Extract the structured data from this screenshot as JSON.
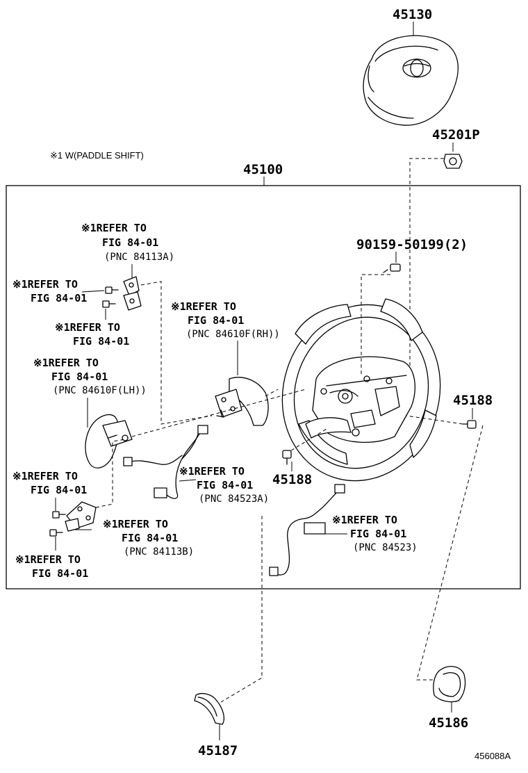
{
  "note": "※1 W(PADDLE SHIFT)",
  "diagram_code": "456088A",
  "parts": {
    "airbag": "45130",
    "airbag_bolt": "45201P",
    "wheel_assy": "45100",
    "screw": "90159-50199(2)",
    "screw_right": "45188",
    "screw_center": "45188",
    "cover_lower_left": "45187",
    "cover_lower_right": "45186"
  },
  "refs": {
    "r1": {
      "line1": "※1REFER TO",
      "line2": "FIG 84-01",
      "line3": "(PNC 84113A)"
    },
    "r2": {
      "line1": "※1REFER TO",
      "line2": "FIG 84-01"
    },
    "r3": {
      "line1": "※1REFER TO",
      "line2": "FIG 84-01"
    },
    "r4": {
      "line1": "※1REFER TO",
      "line2": "FIG 84-01",
      "line3": "(PNC 84610F(RH))"
    },
    "r5": {
      "line1": "※1REFER TO",
      "line2": "FIG 84-01",
      "line3": "(PNC 84610F(LH))"
    },
    "r6": {
      "line1": "※1REFER TO",
      "line2": "FIG 84-01",
      "line3": "(PNC 84523A)"
    },
    "r7": {
      "line1": "※1REFER TO",
      "line2": "FIG 84-01"
    },
    "r8": {
      "line1": "※1REFER TO",
      "line2": "FIG 84-01",
      "line3": "(PNC 84113B)"
    },
    "r9": {
      "line1": "※1REFER TO",
      "line2": "FIG 84-01",
      "line3": "(PNC 84523)"
    },
    "r10": {
      "line1": "※1REFER TO",
      "line2": "FIG 84-01"
    }
  }
}
